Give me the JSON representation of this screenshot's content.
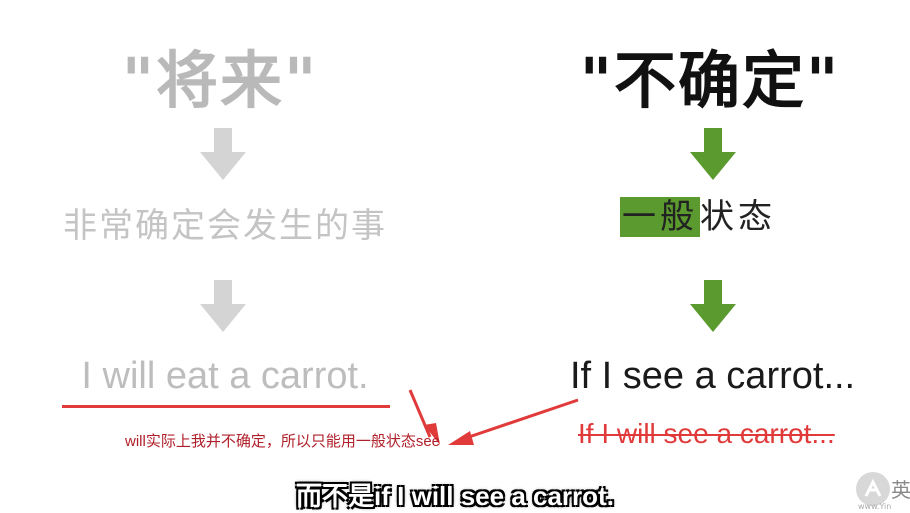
{
  "left": {
    "title": "\"将来\"",
    "subtitle": "非常确定会发生的事",
    "sentence": "I will eat a carrot.",
    "note": "will实际上我并不确定，所以只能用一般状态see"
  },
  "right": {
    "title": "\"不确定\"",
    "subtitle_highlight": "一般",
    "subtitle_rest": "状态",
    "sentence": "If I see a carrot...",
    "struck_sentence": "If I will see a carrot..."
  },
  "caption": "而不是if I will see a carrot.",
  "watermark": {
    "char": "英",
    "small": "www.Yin"
  },
  "colors": {
    "gray_arrow": "#d4d4d4",
    "green_arrow": "#5b9a2e",
    "red": "#e03a3a",
    "highlight": "#5b9a2e"
  }
}
